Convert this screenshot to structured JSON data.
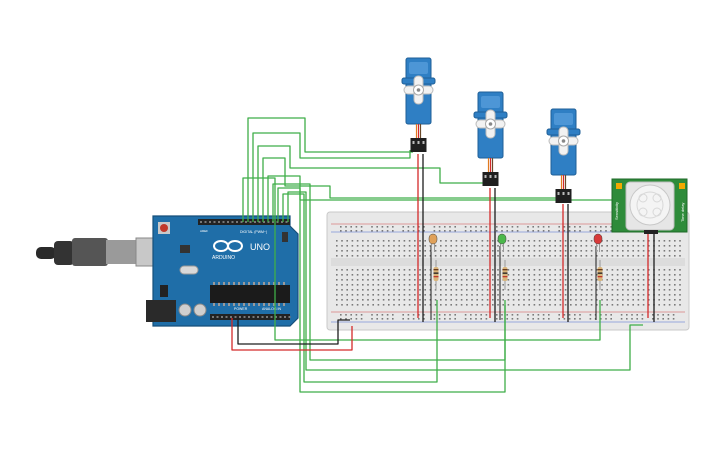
{
  "arduino": {
    "brand": "ARDUINO",
    "model": "UNO",
    "digital_label": "DIGITAL (PWM~)",
    "power_label": "POWER",
    "analog_label": "ANALOG IN",
    "aref_label": "AREF"
  },
  "pir": {
    "left_label": "Sensitivity",
    "right_label": "Time delay"
  },
  "servos": [
    {
      "id": "servo-1"
    },
    {
      "id": "servo-2"
    },
    {
      "id": "servo-3"
    }
  ],
  "leds": [
    {
      "id": "led-1",
      "color": "#e0a15a"
    },
    {
      "id": "led-2",
      "color": "#4bb84b"
    },
    {
      "id": "led-3",
      "color": "#d83a3a"
    }
  ],
  "colors": {
    "board_blue": "#1f6ea8",
    "servo_blue": "#2f7fc4",
    "wire_green": "#3fae49",
    "wire_red": "#d42a2a",
    "wire_black": "#1d1d1d",
    "pir_green": "#2e8b3a",
    "breadboard": "#e9e9e9"
  }
}
